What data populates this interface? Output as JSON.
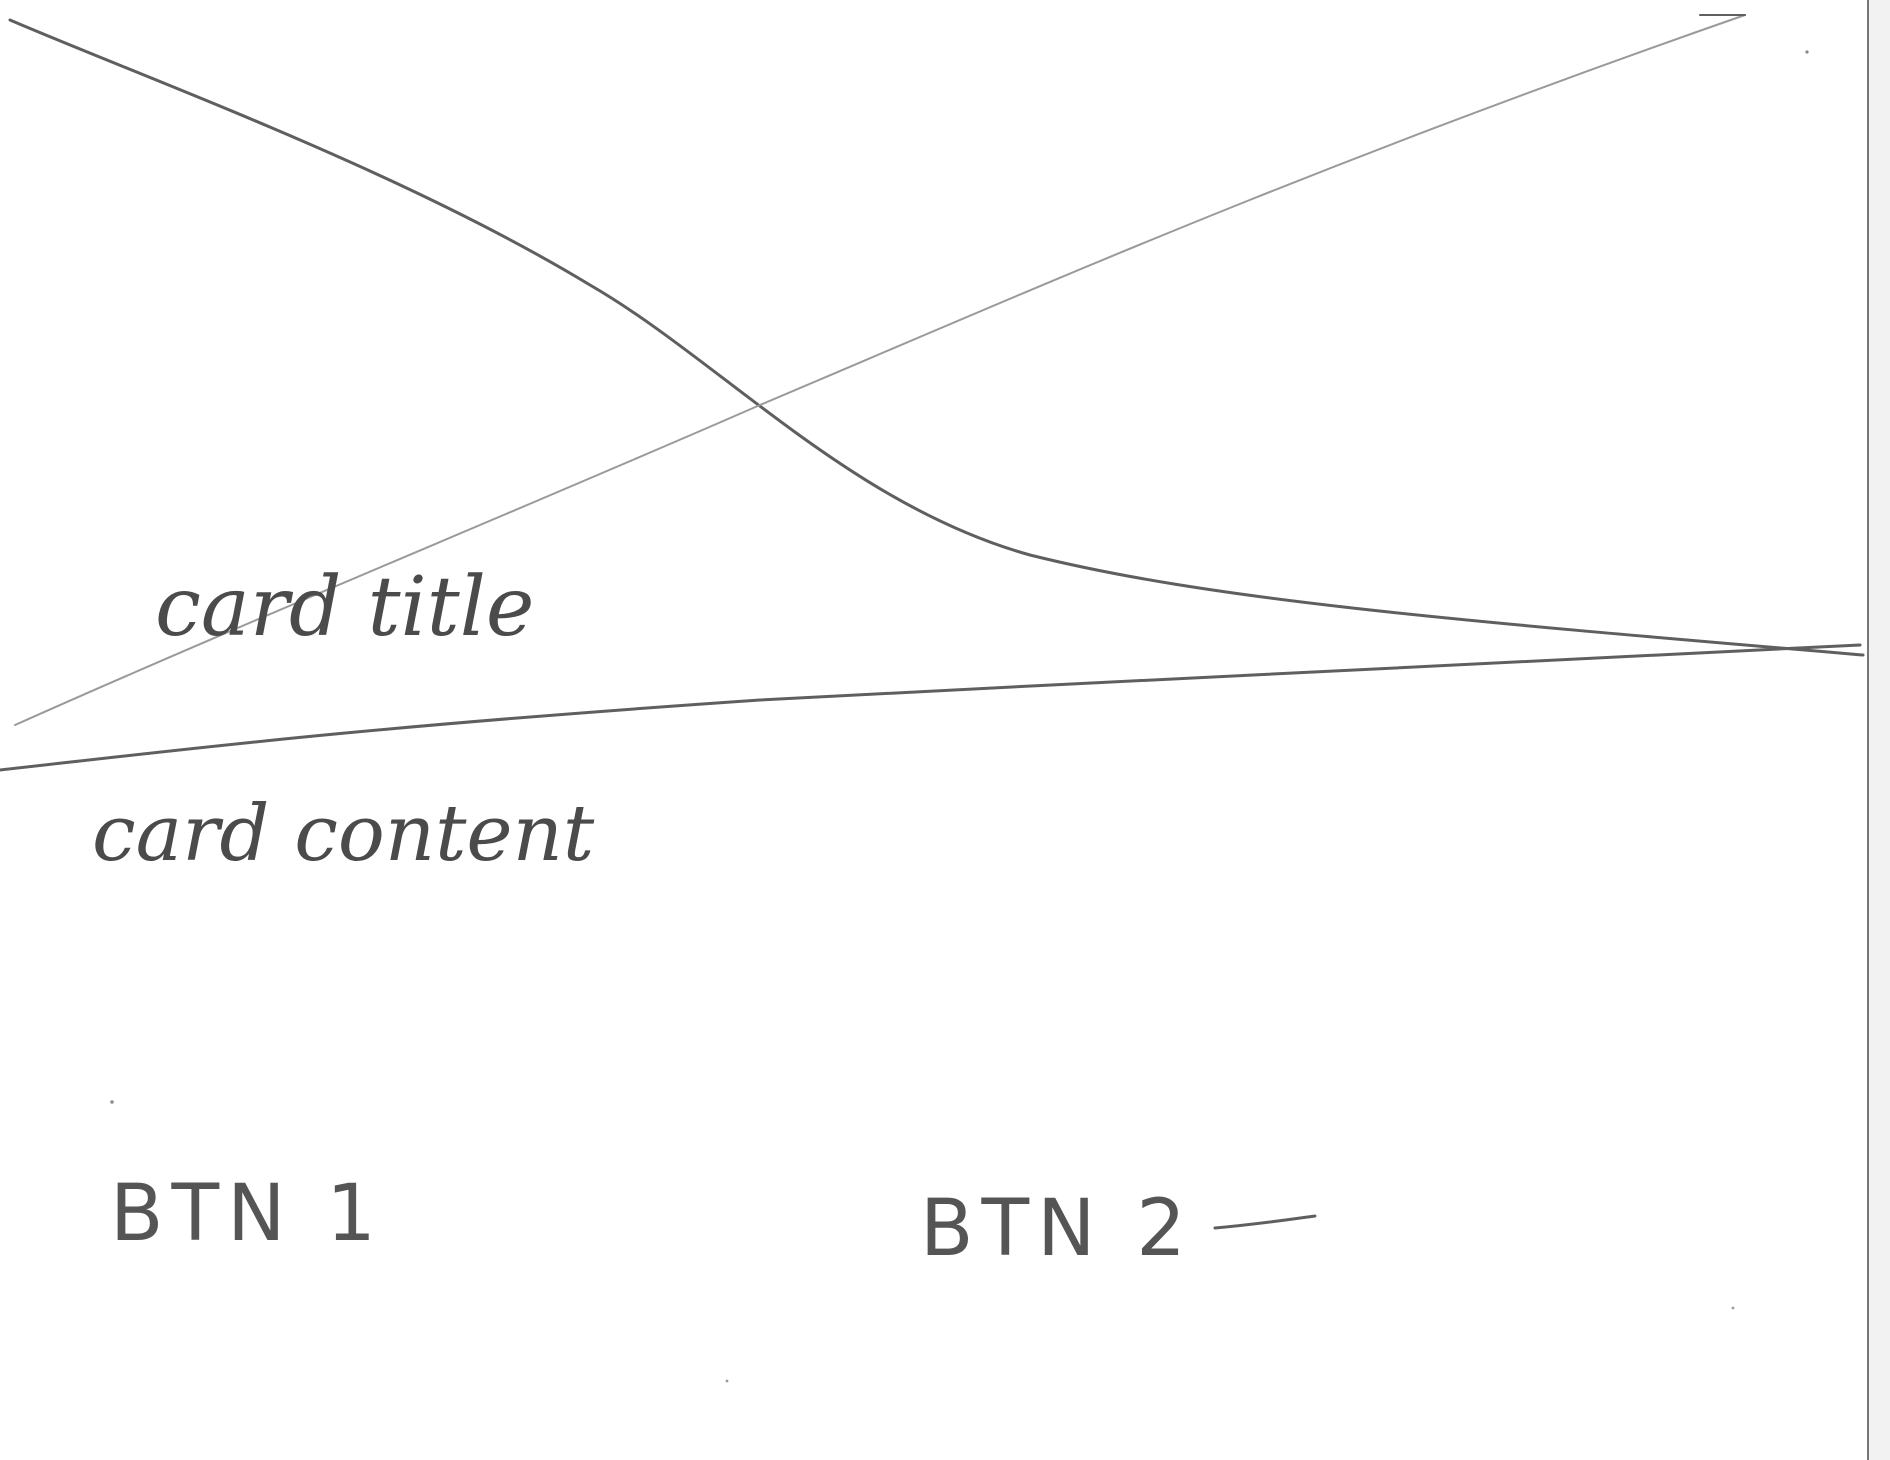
{
  "card": {
    "title": "card title",
    "content": "card content"
  },
  "buttons": [
    {
      "label": "BTN 1"
    },
    {
      "label": "BTN 2"
    }
  ],
  "colors": {
    "paper": "#ffffff",
    "pencil": "#5f5f5f",
    "faint-pencil": "#9a9a9a",
    "edge-strip": "#f2f2f2"
  },
  "image_placeholder_icon": "crossed-lines-icon"
}
